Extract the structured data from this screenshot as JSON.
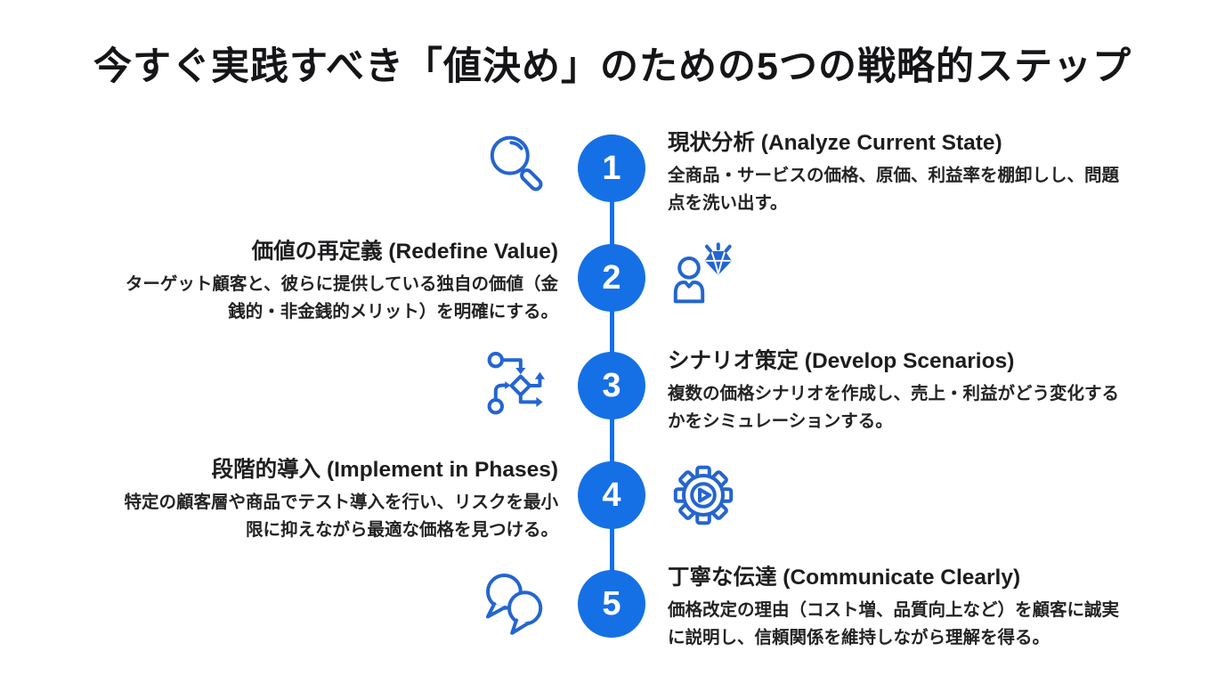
{
  "page": {
    "title": "今すぐ実践すべき「値決め」のための5つの戦略的ステップ"
  },
  "colors": {
    "accent_blue": "#1570e6",
    "icon_blue": "#2465d0",
    "title_text": "#151518",
    "body_text": "#232323",
    "number_text": "#ffffff",
    "background": "#ffffff"
  },
  "steps": [
    {
      "number": "1",
      "side": "right",
      "icon": "magnifier-icon",
      "title": "現状分析 (Analyze Current State)",
      "description": "全商品・サービスの価格、原価、利益率を棚卸しし、問題点を洗い出す。"
    },
    {
      "number": "2",
      "side": "left",
      "icon": "person-diamond-icon",
      "title": "価値の再定義 (Redefine Value)",
      "description": "ターゲット顧客と、彼らに提供している独自の価値（金銭的・非金銭的メリット）を明確にする。"
    },
    {
      "number": "3",
      "side": "right",
      "icon": "flowchart-icon",
      "title": "シナリオ策定 (Develop Scenarios)",
      "description": "複数の価格シナリオを作成し、売上・利益がどう変化するかをシミュレーションする。"
    },
    {
      "number": "4",
      "side": "left",
      "icon": "gear-play-icon",
      "title": "段階的導入 (Implement in Phases)",
      "description": "特定の顧客層や商品でテスト導入を行い、リスクを最小限に抑えながら最適な価格を見つける。"
    },
    {
      "number": "5",
      "side": "right",
      "icon": "speech-bubbles-icon",
      "title": "丁寧な伝達 (Communicate Clearly)",
      "description": "価格改定の理由（コスト増、品質向上など）を顧客に誠実に説明し、信頼関係を維持しながら理解を得る。"
    }
  ]
}
